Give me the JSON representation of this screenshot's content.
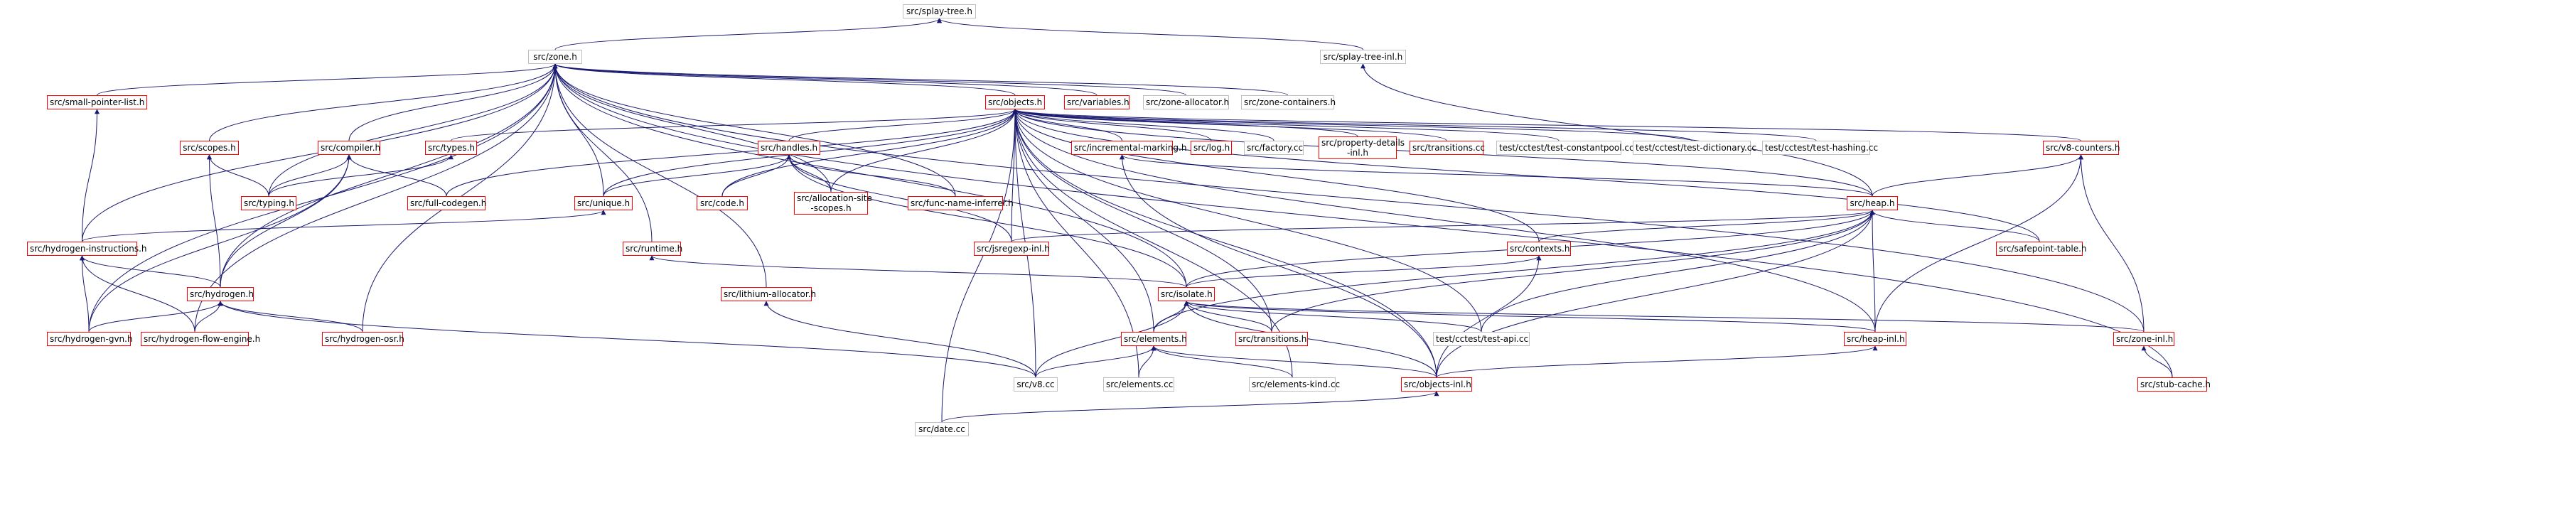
{
  "nodes": [
    {
      "id": "splay",
      "label": "src/splay-tree.h",
      "style": "sel"
    },
    {
      "id": "zone",
      "label": "src/zone.h",
      "style": "black"
    },
    {
      "id": "splayinl",
      "label": "src/splay-tree-inl.h",
      "style": "black"
    },
    {
      "id": "small",
      "label": "src/small-pointer-list.h",
      "style": "red"
    },
    {
      "id": "scopes",
      "label": "src/scopes.h",
      "style": "red"
    },
    {
      "id": "compiler",
      "label": "src/compiler.h",
      "style": "red"
    },
    {
      "id": "objects",
      "label": "src/objects.h",
      "style": "red"
    },
    {
      "id": "variables",
      "label": "src/variables.h",
      "style": "red"
    },
    {
      "id": "zonealloc",
      "label": "src/zone-allocator.h",
      "style": "black"
    },
    {
      "id": "zonecont",
      "label": "src/zone-containers.h",
      "style": "black"
    },
    {
      "id": "types",
      "label": "src/types.h",
      "style": "red"
    },
    {
      "id": "handles",
      "label": "src/handles.h",
      "style": "red"
    },
    {
      "id": "incmark",
      "label": "src/incremental-marking.h",
      "style": "red"
    },
    {
      "id": "log",
      "label": "src/log.h",
      "style": "red"
    },
    {
      "id": "factory",
      "label": "src/factory.cc",
      "style": "black"
    },
    {
      "id": "propdet",
      "label": "src/property-details\n-inl.h",
      "style": "red"
    },
    {
      "id": "transcc",
      "label": "src/transitions.cc",
      "style": "red"
    },
    {
      "id": "tconst",
      "label": "test/cctest/test-constantpool.cc",
      "style": "black"
    },
    {
      "id": "tdict",
      "label": "test/cctest/test-dictionary.cc",
      "style": "black"
    },
    {
      "id": "thash",
      "label": "test/cctest/test-hashing.cc",
      "style": "black"
    },
    {
      "id": "v8count",
      "label": "src/v8-counters.h",
      "style": "red"
    },
    {
      "id": "fullcg",
      "label": "src/full-codegen.h",
      "style": "red"
    },
    {
      "id": "typing",
      "label": "src/typing.h",
      "style": "red"
    },
    {
      "id": "unique",
      "label": "src/unique.h",
      "style": "red"
    },
    {
      "id": "codeh",
      "label": "src/code.h",
      "style": "red"
    },
    {
      "id": "allocscope",
      "label": "src/allocation-site\n-scopes.h",
      "style": "red"
    },
    {
      "id": "funcinf",
      "label": "src/func-name-inferrer.h",
      "style": "red"
    },
    {
      "id": "heap",
      "label": "src/heap.h",
      "style": "red"
    },
    {
      "id": "hydins",
      "label": "src/hydrogen-instructions.h",
      "style": "red"
    },
    {
      "id": "runtime",
      "label": "src/runtime.h",
      "style": "red"
    },
    {
      "id": "jsregexp",
      "label": "src/jsregexp-inl.h",
      "style": "red"
    },
    {
      "id": "contexts",
      "label": "src/contexts.h",
      "style": "red"
    },
    {
      "id": "safepoint",
      "label": "src/safepoint-table.h",
      "style": "red"
    },
    {
      "id": "hydrogen",
      "label": "src/hydrogen.h",
      "style": "red"
    },
    {
      "id": "lithium",
      "label": "src/lithium-allocator.h",
      "style": "red"
    },
    {
      "id": "isolate",
      "label": "src/isolate.h",
      "style": "red"
    },
    {
      "id": "hydgvn",
      "label": "src/hydrogen-gvn.h",
      "style": "red"
    },
    {
      "id": "hydflow",
      "label": "src/hydrogen-flow-engine.h",
      "style": "red"
    },
    {
      "id": "hydosr",
      "label": "src/hydrogen-osr.h",
      "style": "red"
    },
    {
      "id": "elements",
      "label": "src/elements.h",
      "style": "red"
    },
    {
      "id": "transh",
      "label": "src/transitions.h",
      "style": "red"
    },
    {
      "id": "tapi",
      "label": "test/cctest/test-api.cc",
      "style": "black"
    },
    {
      "id": "heapinl",
      "label": "src/heap-inl.h",
      "style": "red"
    },
    {
      "id": "zoneinl",
      "label": "src/zone-inl.h",
      "style": "red"
    },
    {
      "id": "v8cc",
      "label": "src/v8.cc",
      "style": "black"
    },
    {
      "id": "elemcc",
      "label": "src/elements.cc",
      "style": "black"
    },
    {
      "id": "elemkind",
      "label": "src/elements-kind.cc",
      "style": "black"
    },
    {
      "id": "objinl",
      "label": "src/objects-inl.h",
      "style": "red"
    },
    {
      "id": "stubcache",
      "label": "src/stub-cache.h",
      "style": "red"
    },
    {
      "id": "datecc",
      "label": "src/date.cc",
      "style": "black"
    }
  ],
  "edges": [
    [
      "zone",
      "splay"
    ],
    [
      "splayinl",
      "splay"
    ],
    [
      "small",
      "zone"
    ],
    [
      "scopes",
      "zone"
    ],
    [
      "compiler",
      "zone"
    ],
    [
      "objects",
      "zone"
    ],
    [
      "variables",
      "zone"
    ],
    [
      "zonealloc",
      "zone"
    ],
    [
      "zonecont",
      "zone"
    ],
    [
      "hydins",
      "zone"
    ],
    [
      "typing",
      "zone"
    ],
    [
      "unique",
      "zone"
    ],
    [
      "allocscope",
      "zone"
    ],
    [
      "runtime",
      "zone"
    ],
    [
      "hydrogen",
      "zone"
    ],
    [
      "lithium",
      "zone"
    ],
    [
      "isolate",
      "zone"
    ],
    [
      "hydgvn",
      "zone"
    ],
    [
      "hydflow",
      "zone"
    ],
    [
      "hydosr",
      "zone"
    ],
    [
      "zoneinl",
      "zone"
    ],
    [
      "funcinf",
      "zone"
    ],
    [
      "stubcache",
      "zone"
    ],
    [
      "heap",
      "splayinl"
    ],
    [
      "types",
      "objects"
    ],
    [
      "handles",
      "objects"
    ],
    [
      "incmark",
      "objects"
    ],
    [
      "log",
      "objects"
    ],
    [
      "factory",
      "objects"
    ],
    [
      "propdet",
      "objects"
    ],
    [
      "transcc",
      "objects"
    ],
    [
      "tconst",
      "objects"
    ],
    [
      "tdict",
      "objects"
    ],
    [
      "thash",
      "objects"
    ],
    [
      "v8count",
      "objects"
    ],
    [
      "fullcg",
      "objects"
    ],
    [
      "unique",
      "objects"
    ],
    [
      "codeh",
      "objects"
    ],
    [
      "allocscope",
      "objects"
    ],
    [
      "jsregexp",
      "objects"
    ],
    [
      "contexts",
      "objects"
    ],
    [
      "safepoint",
      "objects"
    ],
    [
      "elements",
      "objects"
    ],
    [
      "transh",
      "objects"
    ],
    [
      "tapi",
      "objects"
    ],
    [
      "heapinl",
      "objects"
    ],
    [
      "v8cc",
      "objects"
    ],
    [
      "elemcc",
      "objects"
    ],
    [
      "elemkind",
      "objects"
    ],
    [
      "objinl",
      "objects"
    ],
    [
      "datecc",
      "objects"
    ],
    [
      "heap",
      "objects"
    ],
    [
      "hydins",
      "small"
    ],
    [
      "typing",
      "scopes"
    ],
    [
      "hydrogen",
      "scopes"
    ],
    [
      "typing",
      "compiler"
    ],
    [
      "fullcg",
      "compiler"
    ],
    [
      "hydrogen",
      "compiler"
    ],
    [
      "hydgvn",
      "compiler"
    ],
    [
      "typing",
      "types"
    ],
    [
      "unique",
      "handles"
    ],
    [
      "codeh",
      "handles"
    ],
    [
      "allocscope",
      "handles"
    ],
    [
      "funcinf",
      "handles"
    ],
    [
      "jsregexp",
      "handles"
    ],
    [
      "isolate",
      "handles"
    ],
    [
      "heap",
      "incmark"
    ],
    [
      "objinl",
      "incmark"
    ],
    [
      "heap",
      "v8count"
    ],
    [
      "heapinl",
      "v8count"
    ],
    [
      "zoneinl",
      "v8count"
    ],
    [
      "hydins",
      "unique"
    ],
    [
      "jsregexp",
      "heap"
    ],
    [
      "contexts",
      "heap"
    ],
    [
      "safepoint",
      "heap"
    ],
    [
      "isolate",
      "heap"
    ],
    [
      "elements",
      "heap"
    ],
    [
      "transh",
      "heap"
    ],
    [
      "heapinl",
      "heap"
    ],
    [
      "objinl",
      "heap"
    ],
    [
      "tapi",
      "heap"
    ],
    [
      "hydrogen",
      "hydins"
    ],
    [
      "hydgvn",
      "hydins"
    ],
    [
      "hydflow",
      "hydins"
    ],
    [
      "isolate",
      "runtime"
    ],
    [
      "isolate",
      "contexts"
    ],
    [
      "objinl",
      "contexts"
    ],
    [
      "hydgvn",
      "hydrogen"
    ],
    [
      "hydflow",
      "hydrogen"
    ],
    [
      "hydosr",
      "hydrogen"
    ],
    [
      "v8cc",
      "hydrogen"
    ],
    [
      "v8cc",
      "lithium"
    ],
    [
      "elements",
      "isolate"
    ],
    [
      "transh",
      "isolate"
    ],
    [
      "tapi",
      "isolate"
    ],
    [
      "heapinl",
      "isolate"
    ],
    [
      "zoneinl",
      "isolate"
    ],
    [
      "v8cc",
      "isolate"
    ],
    [
      "objinl",
      "isolate"
    ],
    [
      "v8cc",
      "elements"
    ],
    [
      "elemcc",
      "elements"
    ],
    [
      "elemkind",
      "elements"
    ],
    [
      "objinl",
      "elements"
    ],
    [
      "objinl",
      "heapinl"
    ],
    [
      "stubcache",
      "zoneinl"
    ],
    [
      "datecc",
      "objinl"
    ]
  ]
}
